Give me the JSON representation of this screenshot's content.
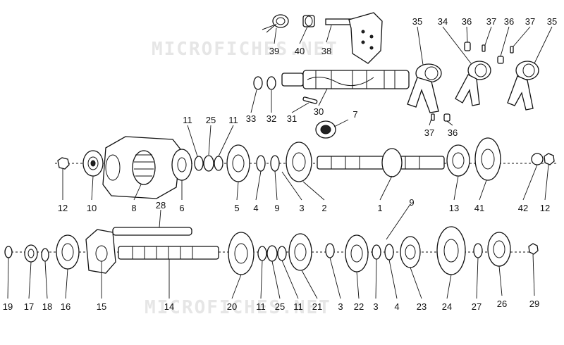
{
  "watermark": "MICROFICHES.NET",
  "callouts": [
    "39",
    "40",
    "38",
    "35",
    "34",
    "36",
    "37",
    "36",
    "37",
    "35",
    "33",
    "32",
    "31",
    "30",
    "11",
    "25",
    "11",
    "7",
    "37",
    "36",
    "12",
    "10",
    "8",
    "6",
    "5",
    "4",
    "9",
    "3",
    "2",
    "1",
    "13",
    "41",
    "42",
    "12",
    "28",
    "9",
    "19",
    "17",
    "18",
    "16",
    "15",
    "14",
    "20",
    "11",
    "25",
    "11",
    "21",
    "3",
    "22",
    "3",
    "4",
    "23",
    "24",
    "27",
    "26",
    "29"
  ]
}
